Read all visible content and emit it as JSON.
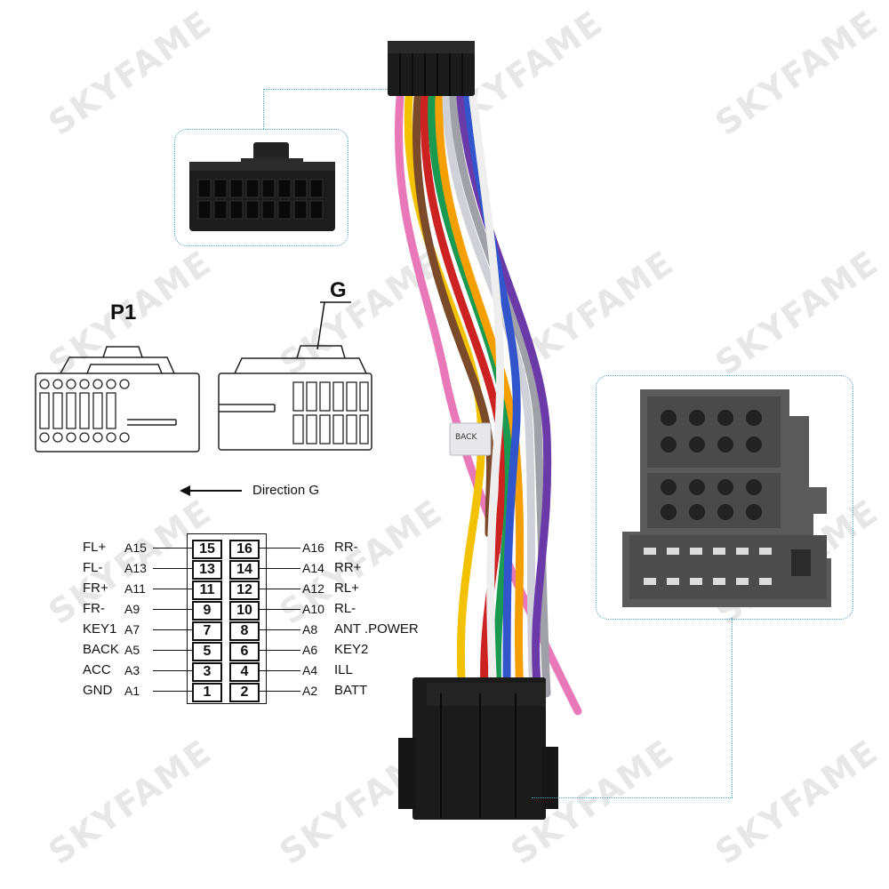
{
  "watermark": "SKYFAME",
  "connector_labels": {
    "p1": "P1",
    "g": "G"
  },
  "direction_label": "Direction G",
  "wire_tag": "BACK",
  "pinout": {
    "left": [
      {
        "name": "FL+",
        "code": "A15",
        "pin": "15"
      },
      {
        "name": "FL-",
        "code": "A13",
        "pin": "13"
      },
      {
        "name": "FR+",
        "code": "A11",
        "pin": "11"
      },
      {
        "name": "FR-",
        "code": "A9",
        "pin": "9"
      },
      {
        "name": "KEY1",
        "code": "A7",
        "pin": "7"
      },
      {
        "name": "BACK",
        "code": "A5",
        "pin": "5"
      },
      {
        "name": "ACC",
        "code": "A3",
        "pin": "3"
      },
      {
        "name": "GND",
        "code": "A1",
        "pin": "1"
      }
    ],
    "right": [
      {
        "name": "RR-",
        "code": "A16",
        "pin": "16"
      },
      {
        "name": "RR+",
        "code": "A14",
        "pin": "14"
      },
      {
        "name": "RL+",
        "code": "A12",
        "pin": "12"
      },
      {
        "name": "RL-",
        "code": "A10",
        "pin": "10"
      },
      {
        "name": "ANT .POWER",
        "code": "A8",
        "pin": "8"
      },
      {
        "name": "KEY2",
        "code": "A6",
        "pin": "6"
      },
      {
        "name": "ILL",
        "code": "A4",
        "pin": "4"
      },
      {
        "name": "BATT",
        "code": "A2",
        "pin": "2"
      }
    ]
  },
  "wire_colors": [
    "#e878b8",
    "#f2c200",
    "#7a4a2a",
    "#cc2222",
    "#1a9a50",
    "#f5a000",
    "#d0d0d8",
    "#a0a0a8",
    "#6a3aa8",
    "#3355cc",
    "#ffffff"
  ],
  "colors": {
    "leader": "#4aa3c8",
    "plug_black": "#1b1b1b",
    "iso_gray": "#5a5a5a"
  }
}
